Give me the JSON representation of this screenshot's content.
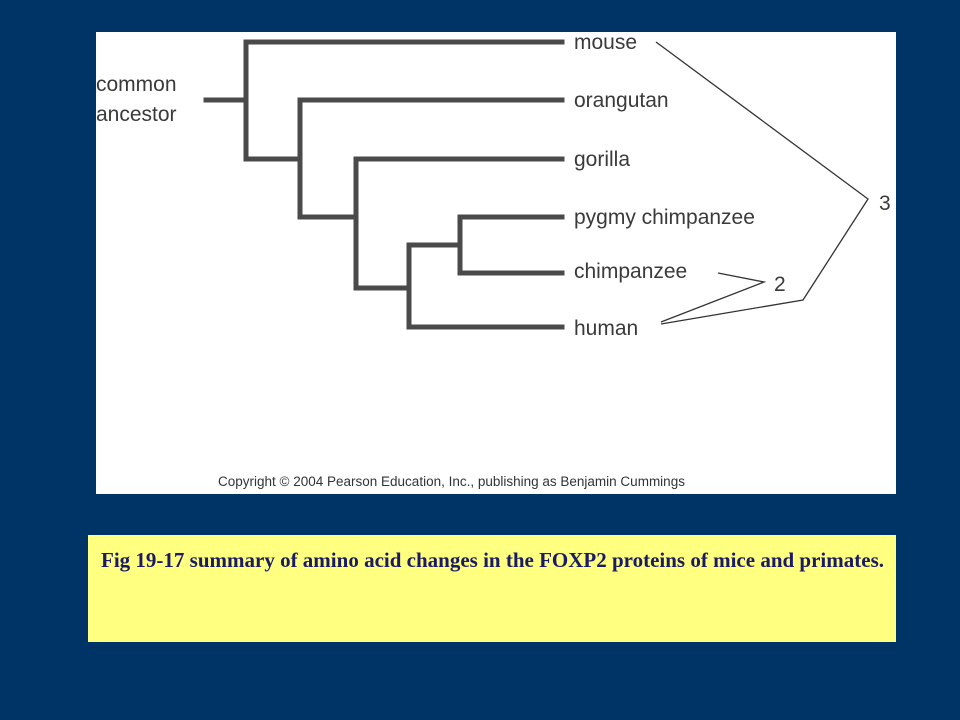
{
  "tree": {
    "root_label_line1": "common",
    "root_label_line2": "ancestor",
    "taxa": {
      "mouse": "mouse",
      "orangutan": "orangutan",
      "gorilla": "gorilla",
      "pygmy_chimpanzee": "pygmy chimpanzee",
      "chimpanzee": "chimpanzee",
      "human": "human"
    },
    "changes": {
      "chimp_vs_human": "2",
      "mouse_vs_human": "3"
    }
  },
  "copyright": "Copyright © 2004 Pearson Education, Inc., publishing as Benjamin Cummings",
  "caption": "Fig 19-17 summary of amino acid changes in the FOXP2 proteins of mice and primates.",
  "colors": {
    "background": "#003466",
    "caption_box": "#ffff80",
    "caption_text": "#1a1a66",
    "tree_lines": "#4a4a4a"
  }
}
